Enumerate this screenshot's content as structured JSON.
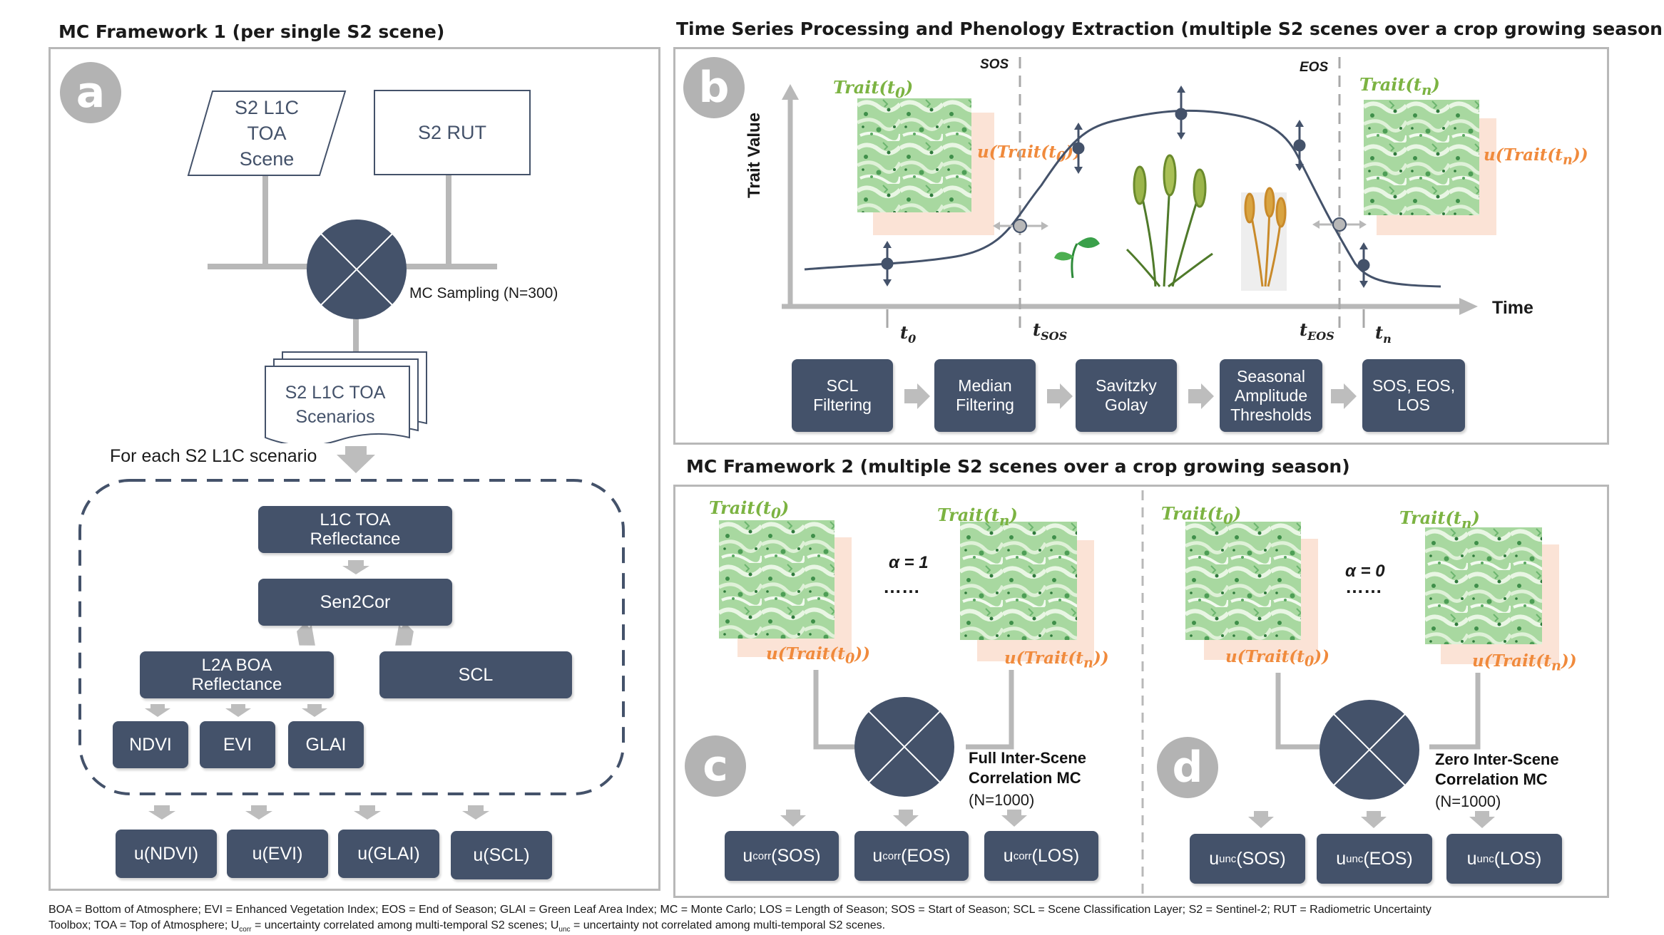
{
  "titles": {
    "mc1": "MC Framework 1 (per single S2 scene)",
    "ts": "Time Series Processing and Phenology Extraction (multiple S2 scenes over a crop growing season)",
    "mc2": "MC Framework 2 (multiple S2 scenes over a crop growing season)"
  },
  "badges": {
    "a": "a",
    "b": "b",
    "c": "c",
    "d": "d"
  },
  "panel_a": {
    "input_l1c": "S2 L1C\nTOA\nScene",
    "input_rut": "S2 RUT",
    "mc_sampling": "MC Sampling (N=300)",
    "scenarios": "S2 L1C TOA\nScenarios",
    "for_each": "For each S2 L1C scenario",
    "l1c_reflectance": "L1C TOA\nReflectance",
    "sen2cor": "Sen2Cor",
    "l2a_reflectance": "L2A BOA\nReflectance",
    "scl": "SCL",
    "ndvi": "NDVI",
    "evi": "EVI",
    "glai": "GLAI",
    "u_ndvi": "u(NDVI)",
    "u_evi": "u(EVI)",
    "u_glai": "u(GLAI)",
    "u_scl": "u(SCL)"
  },
  "panel_b": {
    "y_axis": "Trait Value",
    "x_axis": "Time",
    "sos": "SOS",
    "eos": "EOS",
    "trait_t0": "Trait(t",
    "trait_t0_sub": "0",
    "trait_tn": "Trait(t",
    "trait_tn_sub": "n",
    "u_trait_t0": "u(Trait(t",
    "u_trait_tn": "u(Trait(t",
    "tick_t0": "t",
    "tick_t0_sub": "0",
    "tick_tsos": "t",
    "tick_tsos_sub": "SOS",
    "tick_teos": "t",
    "tick_teos_sub": "EOS",
    "tick_tn": "t",
    "tick_tn_sub": "n",
    "steps": [
      "SCL\nFiltering",
      "Median\nFiltering",
      "Savitzky\nGolay",
      "Seasonal\nAmplitude\nThresholds",
      "SOS, EOS,\nLOS"
    ]
  },
  "panel_c": {
    "alpha": "α = 1",
    "dots": "……",
    "mc_label": "Full Inter-Scene\nCorrelation MC",
    "n": "(N=1000)",
    "out_prefix": "u",
    "out_sub": "corr",
    "outputs": [
      "(SOS)",
      "(EOS)",
      "(LOS)"
    ]
  },
  "panel_d": {
    "alpha": "α = 0",
    "dots": "……",
    "mc_label": "Zero Inter-Scene\nCorrelation MC",
    "n": "(N=1000)",
    "out_prefix": "u",
    "out_sub": "unc",
    "outputs": [
      "(SOS)",
      "(EOS)",
      "(LOS)"
    ]
  },
  "footnote": {
    "line1": "BOA = Bottom of Atmosphere; EVI = Enhanced Vegetation Index; EOS = End of Season; GLAI = Green Leaf Area Index; MC = Monte Carlo; LOS = Length of Season; SOS = Start of Season; SCL = Scene Classification Layer; S2 = Sentinel-2; RUT = Radiometric Uncertainty",
    "line2a": "Toolbox; TOA = Top of Atmosphere;  U",
    "line2b": "corr",
    "line2c": " = uncertainty correlated among multi-temporal S2 scenes; U",
    "line2d": "unc",
    "line2e": " = uncertainty not correlated among multi-temporal S2 scenes."
  },
  "colors": {
    "box": "#44526a",
    "connector": "#b8b8b8",
    "trait_green": "#7cb342",
    "uncertainty_orange": "#f08a3c",
    "badge_gray": "#b3b3b3"
  }
}
